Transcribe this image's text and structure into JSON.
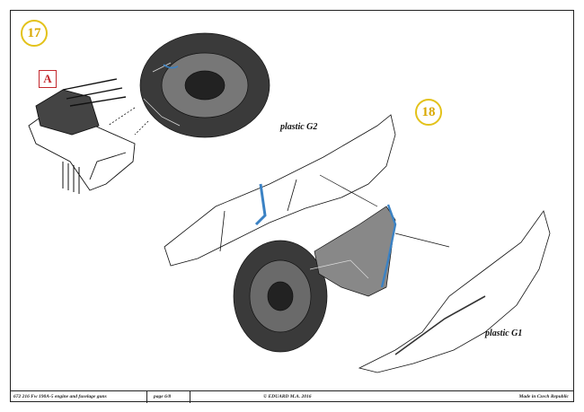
{
  "steps": {
    "step17": "17",
    "step18": "18"
  },
  "variant_badge": "A",
  "labels": {
    "plastic_g2": "plastic G2",
    "plastic_g1": "plastic G1"
  },
  "footer": {
    "product": "672 216  Fw 190A-5 engine and fuselage guns",
    "page": "page 6/8",
    "copyright": "© EDUARD  M.A.  2016",
    "made_in": "Made in Czech Republic"
  },
  "colors": {
    "step_circle": "#e3c21a",
    "variant_red": "#c3282d",
    "highlight_blue": "#3b82c4"
  }
}
